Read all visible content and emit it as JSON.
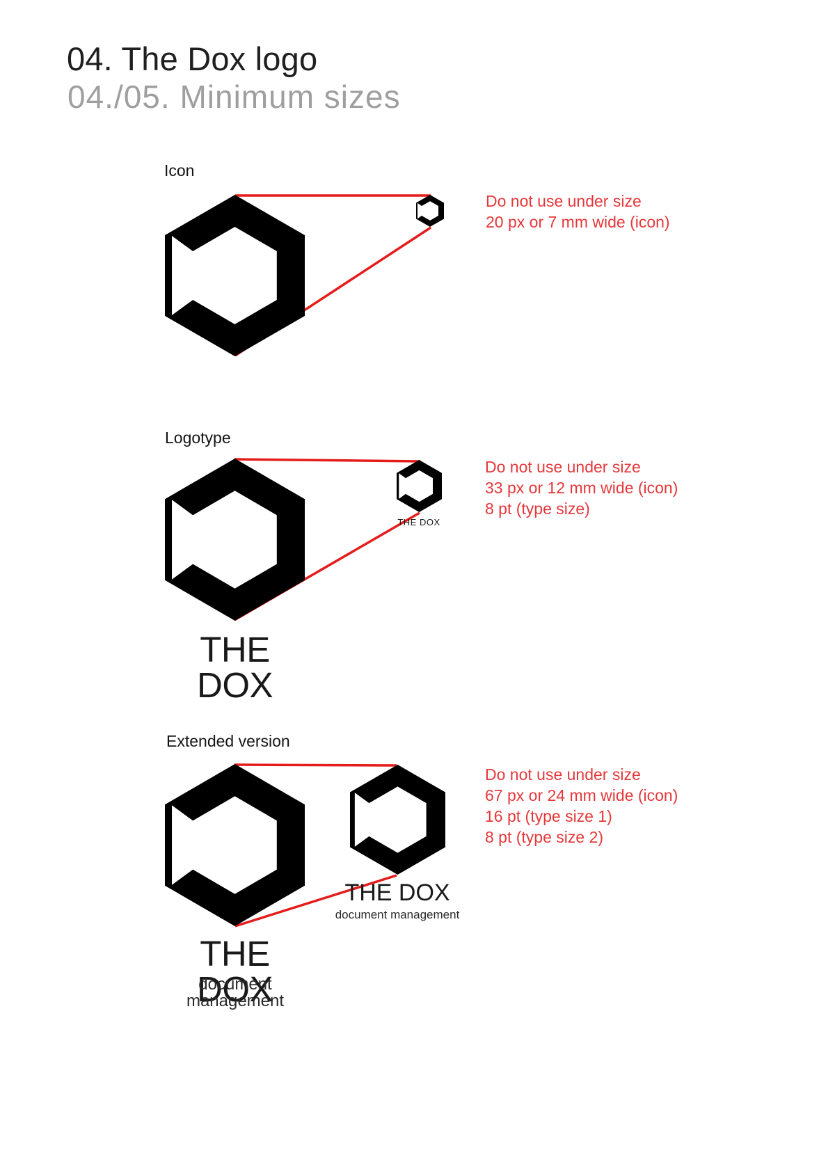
{
  "page": {
    "title": "04. The Dox logo",
    "subtitle": "04./05. Minimum sizes"
  },
  "colors": {
    "brand_green": "#a6cb92",
    "guide_red": "#e41c1c",
    "note_red": "#e5383b",
    "text_dark": "#1f1f1f",
    "text_gray": "#9f9f9f"
  },
  "sections": [
    {
      "label": "Icon",
      "note_lines": [
        "Do not use under size",
        "20 px or 7 mm wide (icon)"
      ]
    },
    {
      "label": "Logotype",
      "logotype_text": "THE DOX",
      "note_lines": [
        "Do not use under size",
        "33 px or 12 mm wide (icon)",
        "8 pt (type size)"
      ]
    },
    {
      "label": "Extended version",
      "logotype_text": "THE DOX",
      "tagline": "document management",
      "note_lines": [
        "Do not use under size",
        "67 px or 24 mm wide (icon)",
        "16 pt (type size 1)",
        "8 pt (type size 2)"
      ]
    }
  ]
}
